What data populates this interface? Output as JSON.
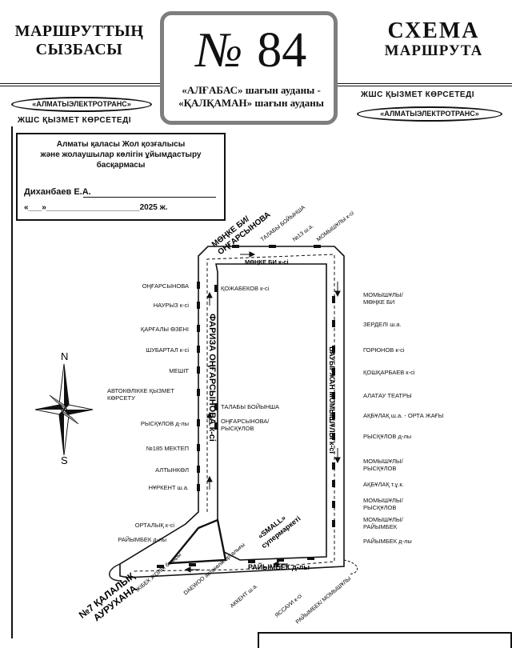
{
  "header": {
    "title_left": [
      "МАРШРУТТЫҢ",
      "СЫЗБАСЫ"
    ],
    "title_right": [
      "СХЕМА",
      "МАРШРУТА"
    ],
    "route_number_sign": "№",
    "route_number": "84",
    "route_desc": [
      "«АЛҒАБАС» шағын ауданы -",
      "«ҚАЛҚАМАН» шағын ауданы"
    ],
    "operator": "«АЛМАТЫЭЛЕКТРОТРАНС»",
    "service_left": "ЖШС  ҚЫЗМЕТ КӨРСЕТЕДІ",
    "service_right": "ЖШС  ҚЫЗМЕТ КӨРСЕТЕДІ"
  },
  "approval": {
    "org": [
      "Алматы қаласы Жол қозғалысы",
      "және жолаушылар көлігін ұйымдастыру басқармасы"
    ],
    "signer": "Диханбаев Е.А.",
    "date": "«___»_____________________2025 ж."
  },
  "compass": {
    "north": "N",
    "south": "S"
  },
  "streets": {
    "top_street": "МӨҢКЕ БИ к-сі",
    "top_corner": [
      "МӨҢКЕ БИ/",
      "ОҢҒАРСЫНОВА"
    ],
    "left_street": "ФАРИЗА ОҢҒАРСЫНОВА к-сі",
    "right_street": "БАУЫРЖАН МОМЫШҰЛЫ к-сі",
    "bottom_street": "РАЙЫМБЕК д-лы",
    "supermarket": [
      "«SMALL»",
      "супермаркеті"
    ],
    "terminus": [
      "№7 ҚАЛАЛЫҚ",
      "АУРУХАНА"
    ]
  },
  "stops_left": [
    "ОҢҒАРСЫНОВА",
    "НАУРЫЗ к-сі",
    "ҚАРҒАЛЫ ӨЗЕНІ",
    "ШУБАРТАЛ к-сі",
    "МЕШІТ",
    "АВТОКӨЛІККЕ ҚЫЗМЕТ\nКӨРСЕТУ",
    "РЫСҚҰЛОВ д-лы",
    "№185 МЕКТЕП",
    "АЛТЫНКӨЛ",
    "НҰРКЕНТ ш.а.",
    "ОРТАЛЫҚ к-сі",
    "РАЙЫМБЕК д-лы"
  ],
  "stops_left_inner": [
    "ҚОЖАБЕКОВ к-сі",
    "ТАЛАБЫ БОЙЫНША",
    "ОҢҒАРСЫНОВА/\nРЫСҚҰЛОВ"
  ],
  "stops_top": [
    "ТАЛАБЫ БОЙЫНША",
    "№13 ш.а.",
    "МОМЫШҰЛЫ к-сі"
  ],
  "stops_right": [
    "МОМЫШҰЛЫ/\nМӨҢКЕ БИ",
    "ЗЕРДЕЛІ ш.а.",
    "ГОРЮНОВ к-сі",
    "ҚОШҚАРБАЕВ к-сі",
    "АЛАТАУ ТЕАТРЫ",
    "АҚБҰЛАҚ ш.а. - ОРТА ЖАҒЫ",
    "РЫСҚҰЛОВ д-лы",
    "МОМЫШҰЛЫ/\nРЫСҚҰЛОВ",
    "АҚБҰЛАҚ т.ұ.к.",
    "МОМЫШҰЛЫ/\nРЫСҚҰЛОВ",
    "МОМЫШҰЛЫ/\nРАЙЫМБЕК",
    "РАЙЫМБЕК д-лы"
  ],
  "stops_bottom": [
    "ЖІБЕК ЖОЛЫ\nбазары",
    "DAEWOO\nавтокөлік орталығы",
    "АККЕНТ ш.а.",
    "ЯССАУИ к-сі",
    "РАЙЫМБЕК/\nМОМЫШҰЛЫ"
  ]
}
